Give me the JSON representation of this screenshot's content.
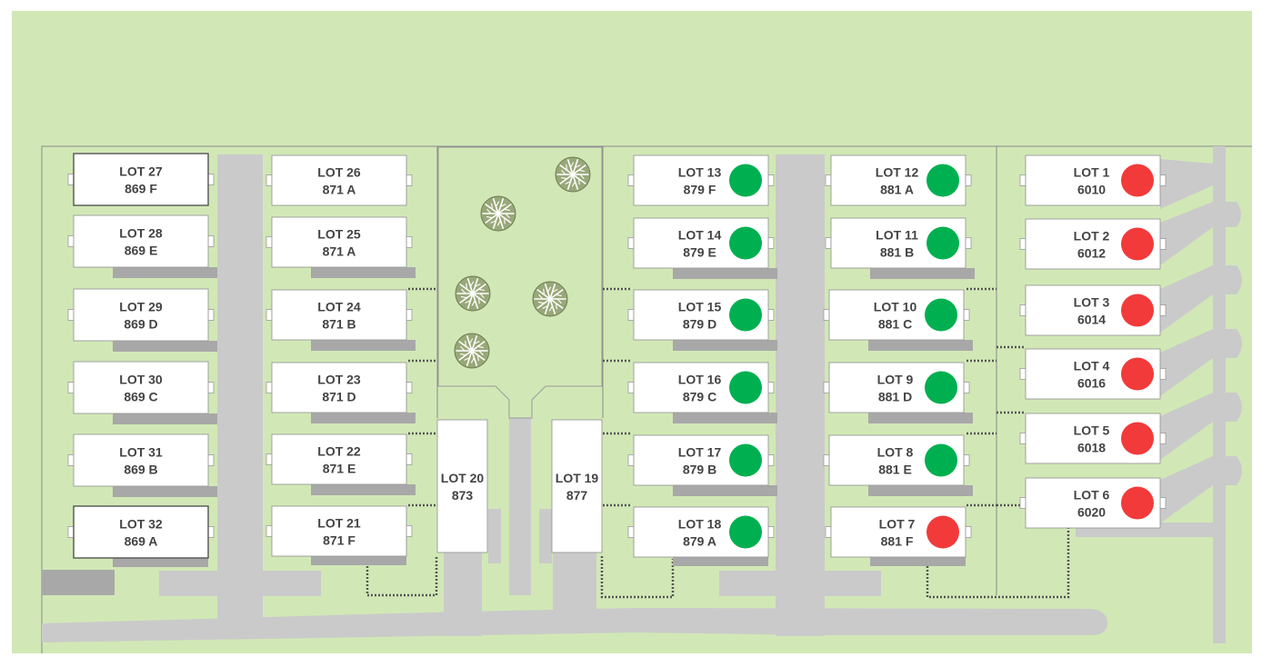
{
  "colors": {
    "background": "#ffffff",
    "grass": "#d1e8b6",
    "road": "#cacaca",
    "building_fill": "#ffffff",
    "building_stroke": "#9a9a9a",
    "building_stroke_selected": "#555555",
    "garage": "#a8a8a8",
    "label": "#444444",
    "tree": "#98a878",
    "tree_line": "#6e7d55",
    "fence": "#555555",
    "available": "#00b050",
    "sold": "#f23a3a"
  },
  "legend_note": "green-dot = available, red-dot = sold",
  "lots": [
    {
      "id": "lot-1",
      "lot": "LOT 1",
      "address": "6010",
      "status": "sold"
    },
    {
      "id": "lot-2",
      "lot": "LOT 2",
      "address": "6012",
      "status": "sold"
    },
    {
      "id": "lot-3",
      "lot": "LOT 3",
      "address": "6014",
      "status": "sold"
    },
    {
      "id": "lot-4",
      "lot": "LOT 4",
      "address": "6016",
      "status": "sold"
    },
    {
      "id": "lot-5",
      "lot": "LOT 5",
      "address": "6018",
      "status": "sold"
    },
    {
      "id": "lot-6",
      "lot": "LOT 6",
      "address": "6020",
      "status": "sold"
    },
    {
      "id": "lot-7",
      "lot": "LOT 7",
      "address": "881 F",
      "status": "sold"
    },
    {
      "id": "lot-8",
      "lot": "LOT 8",
      "address": "881 E",
      "status": "available"
    },
    {
      "id": "lot-9",
      "lot": "LOT 9",
      "address": "881 D",
      "status": "available"
    },
    {
      "id": "lot-10",
      "lot": "LOT 10",
      "address": "881 C",
      "status": "available"
    },
    {
      "id": "lot-11",
      "lot": "LOT 11",
      "address": "881 B",
      "status": "available"
    },
    {
      "id": "lot-12",
      "lot": "LOT 12",
      "address": "881 A",
      "status": "available"
    },
    {
      "id": "lot-13",
      "lot": "LOT 13",
      "address": "879 F",
      "status": "available"
    },
    {
      "id": "lot-14",
      "lot": "LOT 14",
      "address": "879 E",
      "status": "available"
    },
    {
      "id": "lot-15",
      "lot": "LOT 15",
      "address": "879 D",
      "status": "available"
    },
    {
      "id": "lot-16",
      "lot": "LOT 16",
      "address": "879 C",
      "status": "available"
    },
    {
      "id": "lot-17",
      "lot": "LOT 17",
      "address": "879 B",
      "status": "available"
    },
    {
      "id": "lot-18",
      "lot": "LOT 18",
      "address": "879 A",
      "status": "available"
    },
    {
      "id": "lot-19",
      "lot": "LOT 19",
      "address": "877",
      "status": "none"
    },
    {
      "id": "lot-20",
      "lot": "LOT 20",
      "address": "873",
      "status": "none"
    },
    {
      "id": "lot-21",
      "lot": "LOT 21",
      "address": "871 F",
      "status": "none"
    },
    {
      "id": "lot-22",
      "lot": "LOT 22",
      "address": "871 E",
      "status": "none"
    },
    {
      "id": "lot-23",
      "lot": "LOT 23",
      "address": "871 D",
      "status": "none"
    },
    {
      "id": "lot-24",
      "lot": "LOT 24",
      "address": "871 B",
      "status": "none"
    },
    {
      "id": "lot-25",
      "lot": "LOT 25",
      "address": "871 A",
      "status": "none"
    },
    {
      "id": "lot-26",
      "lot": "LOT 26",
      "address": "871 A",
      "status": "none"
    },
    {
      "id": "lot-27",
      "lot": "LOT 27",
      "address": "869 F",
      "status": "none"
    },
    {
      "id": "lot-28",
      "lot": "LOT 28",
      "address": "869 E",
      "status": "none"
    },
    {
      "id": "lot-29",
      "lot": "LOT 29",
      "address": "869 D",
      "status": "none"
    },
    {
      "id": "lot-30",
      "lot": "LOT 30",
      "address": "869 C",
      "status": "none"
    },
    {
      "id": "lot-31",
      "lot": "LOT 31",
      "address": "869 B",
      "status": "none"
    },
    {
      "id": "lot-32",
      "lot": "LOT 32",
      "address": "869 A",
      "status": "none"
    }
  ]
}
